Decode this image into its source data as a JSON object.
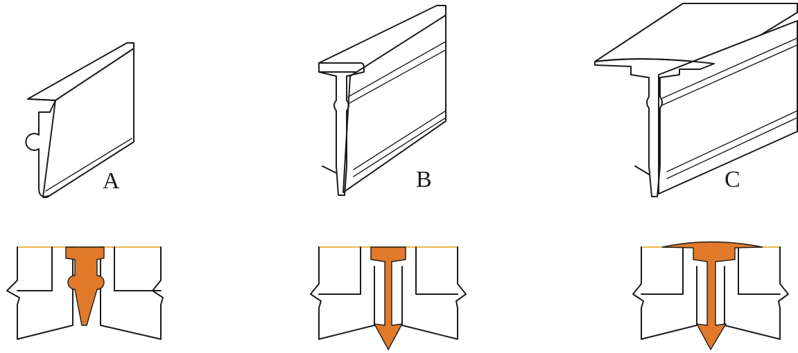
{
  "labels": {
    "a": "A",
    "b": "B",
    "c": "C"
  },
  "colors": {
    "line": "#1a1a1a",
    "profile": "#e07a2a",
    "floor_edge": "#e8b84a",
    "background": "#ffffff"
  }
}
